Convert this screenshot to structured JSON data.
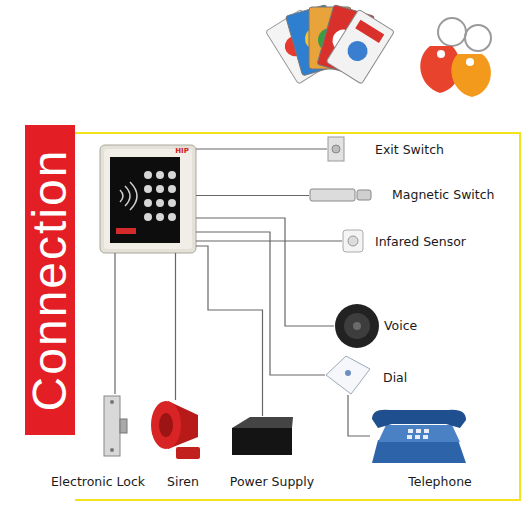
{
  "diagram": {
    "nodes": [
      {
        "text": [
          "Connection"
        ]
      },
      {
        "text": [
          "HIP"
        ]
      },
      {
        "text": [
          "Exit Switch"
        ]
      },
      {
        "text": [
          "Magnetic Switch"
        ]
      },
      {
        "text": [
          "Infared  Sensor"
        ]
      },
      {
        "text": [
          "Voice"
        ]
      },
      {
        "text": [
          "Dial"
        ]
      },
      {
        "text": [
          "Electronic Lock"
        ]
      },
      {
        "text": [
          "Siren"
        ]
      },
      {
        "text": [
          "Power Supply"
        ]
      },
      {
        "text": [
          "Telephone"
        ]
      }
    ],
    "edges": [
      {
        "from": 1,
        "to": 2,
        "arrow": "none"
      },
      {
        "from": 1,
        "to": 3,
        "arrow": "none"
      },
      {
        "from": 1,
        "to": 4,
        "arrow": "none"
      },
      {
        "from": 1,
        "to": 5,
        "arrow": "none"
      },
      {
        "from": 1,
        "to": 6,
        "arrow": "none"
      },
      {
        "from": 1,
        "to": 7,
        "arrow": "none"
      },
      {
        "from": 1,
        "to": 8,
        "arrow": "none"
      },
      {
        "from": 1,
        "to": 9,
        "arrow": "none"
      },
      {
        "from": 6,
        "to": 10,
        "arrow": "none"
      }
    ]
  }
}
